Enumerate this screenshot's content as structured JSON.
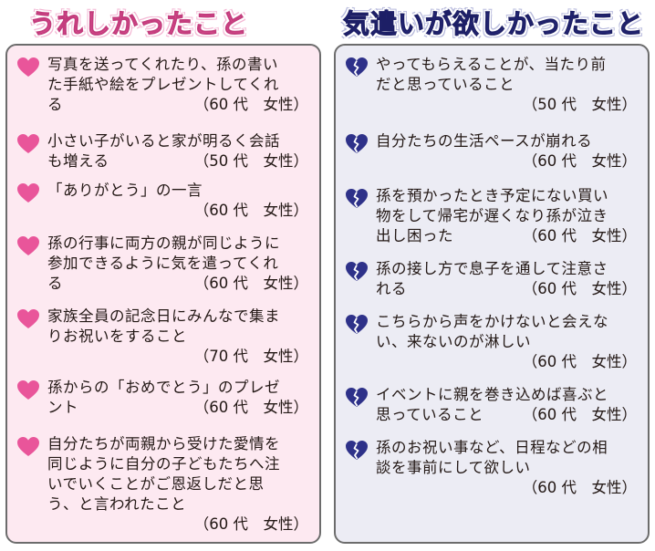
{
  "titles": {
    "left": "うれしかったこと",
    "right": "気遣いが欲しかったこと"
  },
  "colors": {
    "left_accent": "#e9559a",
    "left_bg": "#fde9f1",
    "right_accent": "#2e3189",
    "right_bg": "#ececf4"
  },
  "left_items": [
    {
      "icon": "heart-icon",
      "lines": [
        "写真を送ってくれたり、孫の書い",
        "た手紙や絵をプレゼントしてくれ",
        "る"
      ],
      "attr": "（60 代　女性）"
    },
    {
      "icon": "heart-icon",
      "lines": [
        "小さい子がいると家が明るく会話",
        "も増える"
      ],
      "attr": "（50 代　女性）"
    },
    {
      "icon": "heart-icon",
      "lines": [
        "「ありがとう」の一言"
      ],
      "attr": "（60 代　女性）"
    },
    {
      "icon": "heart-icon",
      "lines": [
        "孫の行事に両方の親が同じように",
        "参加できるように気を遣ってくれ",
        "る"
      ],
      "attr": "（60 代　女性）"
    },
    {
      "icon": "heart-icon",
      "lines": [
        "家族全員の記念日にみんなで集ま",
        "りお祝いをすること"
      ],
      "attr": "（70 代　女性）"
    },
    {
      "icon": "heart-icon",
      "lines": [
        "孫からの「おめでとう」のプレゼ",
        "ント"
      ],
      "attr": "（60 代　女性）"
    },
    {
      "icon": "heart-icon",
      "lines": [
        "自分たちが両親から受けた愛情を",
        "同じように自分の子どもたちへ注",
        "いでいくことがご恩返しだと思",
        "う、と言われたこと"
      ],
      "attr": "（60 代　女性）"
    }
  ],
  "right_items": [
    {
      "icon": "broken-heart-icon",
      "lines": [
        "やってもらえることが、当たり前",
        "だと思っていること"
      ],
      "attr": "（50 代　女性）"
    },
    {
      "icon": "broken-heart-icon",
      "lines": [
        "自分たちの生活ペースが崩れる"
      ],
      "attr": "（60 代　女性）"
    },
    {
      "icon": "broken-heart-icon",
      "lines": [
        "孫を預かったとき予定にない買い",
        "物をして帰宅が遅くなり孫が泣き",
        "出し困った"
      ],
      "attr": "（60 代　女性）"
    },
    {
      "icon": "broken-heart-icon",
      "lines": [
        "孫の接し方で息子を通して注意さ",
        "れる"
      ],
      "attr": "（60 代　女性）"
    },
    {
      "icon": "broken-heart-icon",
      "lines": [
        "こちらから声をかけないと会えな",
        "い、来ないのが淋しい"
      ],
      "attr": "（60 代　女性）"
    },
    {
      "icon": "broken-heart-icon",
      "lines": [
        "イベントに親を巻き込めば喜ぶと",
        "思っていること"
      ],
      "attr": "（60 代　女性）"
    },
    {
      "icon": "broken-heart-icon",
      "lines": [
        "孫のお祝い事など、日程などの相",
        "談を事前にして欲しい"
      ],
      "attr": "（60 代　女性）"
    }
  ]
}
